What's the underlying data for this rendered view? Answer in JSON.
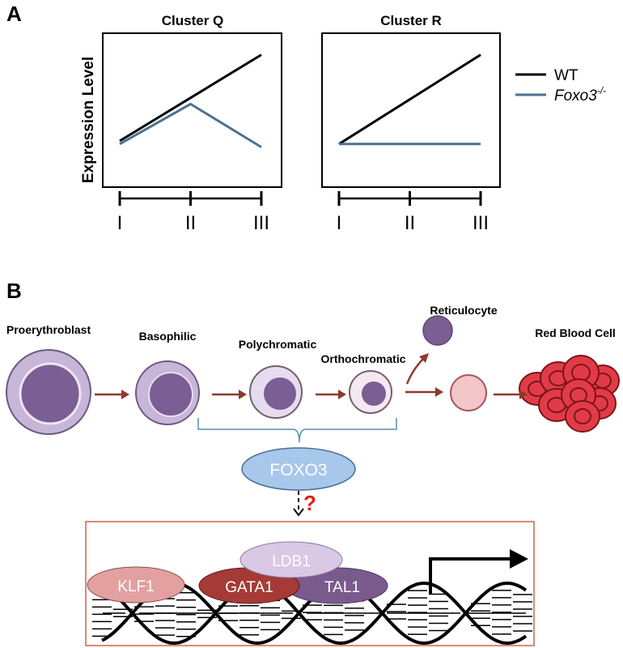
{
  "panel_a": {
    "letter": "A",
    "ylabel": "Expression Level",
    "legend": {
      "wt": "WT",
      "mut_base": "Foxo3",
      "mut_sup": "-/-"
    },
    "colors": {
      "wt": "#000000",
      "mut": "#4a7290"
    }
  },
  "chart_data": [
    {
      "type": "line",
      "title": "Cluster Q",
      "categories": [
        "I",
        "II",
        "III"
      ],
      "ylabel": "Expression Level",
      "series": [
        {
          "name": "WT",
          "values": [
            0.3,
            0.58,
            0.86
          ]
        },
        {
          "name": "Foxo3-/-",
          "values": [
            0.28,
            0.54,
            0.26
          ]
        }
      ],
      "ylim": [
        0,
        1
      ],
      "grid": false,
      "legend": "right"
    },
    {
      "type": "line",
      "title": "Cluster R",
      "categories": [
        "I",
        "II",
        "III"
      ],
      "ylabel": "Expression Level",
      "series": [
        {
          "name": "WT",
          "values": [
            0.28,
            0.57,
            0.86
          ]
        },
        {
          "name": "Foxo3-/-",
          "values": [
            0.28,
            0.28,
            0.28
          ]
        }
      ],
      "ylim": [
        0,
        1
      ],
      "grid": false,
      "legend": "right"
    }
  ],
  "panel_b": {
    "letter": "B",
    "stages": {
      "proerythroblast": "Proerythroblast",
      "basophilic": "Basophilic",
      "polychromatic": "Polychromatic",
      "orthochromatic": "Orthochromatic",
      "reticulocyte": "Reticulocyte",
      "rbc": "Red Blood Cell"
    },
    "foxo3": "FOXO3",
    "question": "?",
    "factors": {
      "ldb1": "LDB1",
      "klf1": "KLF1",
      "gata1": "GATA1",
      "tal1": "TAL1"
    },
    "colors": {
      "arrow": "#8b3a2e",
      "bracket": "#5a8fb0",
      "foxo3_fill": "#a7c8ea",
      "box_border": "#d2604a",
      "klf1": "#e3a0a0",
      "gata1": "#a53a36",
      "tal1": "#7a5a8c",
      "ldb1": "#d9c9e4",
      "question": "#e0201a"
    }
  }
}
